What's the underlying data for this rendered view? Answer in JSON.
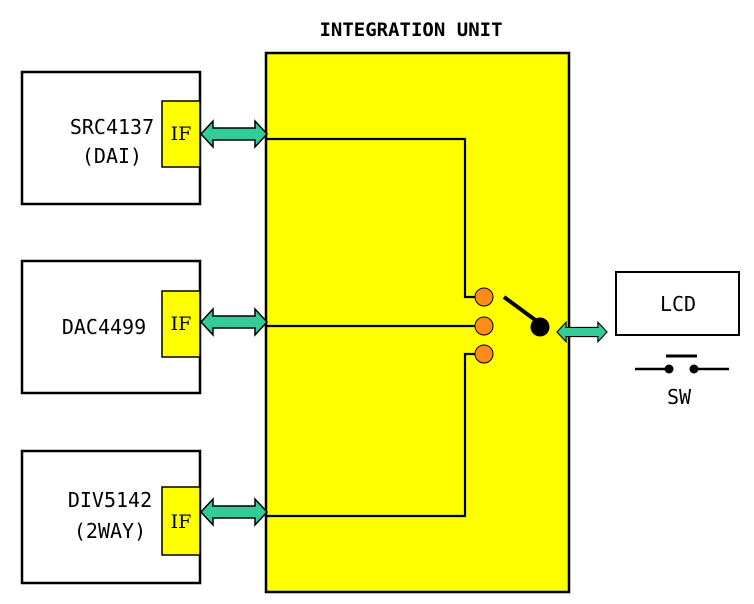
{
  "title": "INTEGRATION UNIT",
  "modules": [
    {
      "line1": "SRC4137",
      "line2": "(DAI)",
      "if_label": "IF"
    },
    {
      "line1": "DAC4499",
      "line2": "",
      "if_label": "IF"
    },
    {
      "line1": "DIV5142",
      "line2": "(2WAY)",
      "if_label": "IF"
    }
  ],
  "lcd": {
    "label": "LCD"
  },
  "switch": {
    "label": "SW"
  },
  "colors": {
    "unit_fill": "#ffff00",
    "if_fill": "#ffff00",
    "arrow_fill": "#33cc99",
    "contact_fill": "#ff8c1a",
    "line": "#000000"
  }
}
